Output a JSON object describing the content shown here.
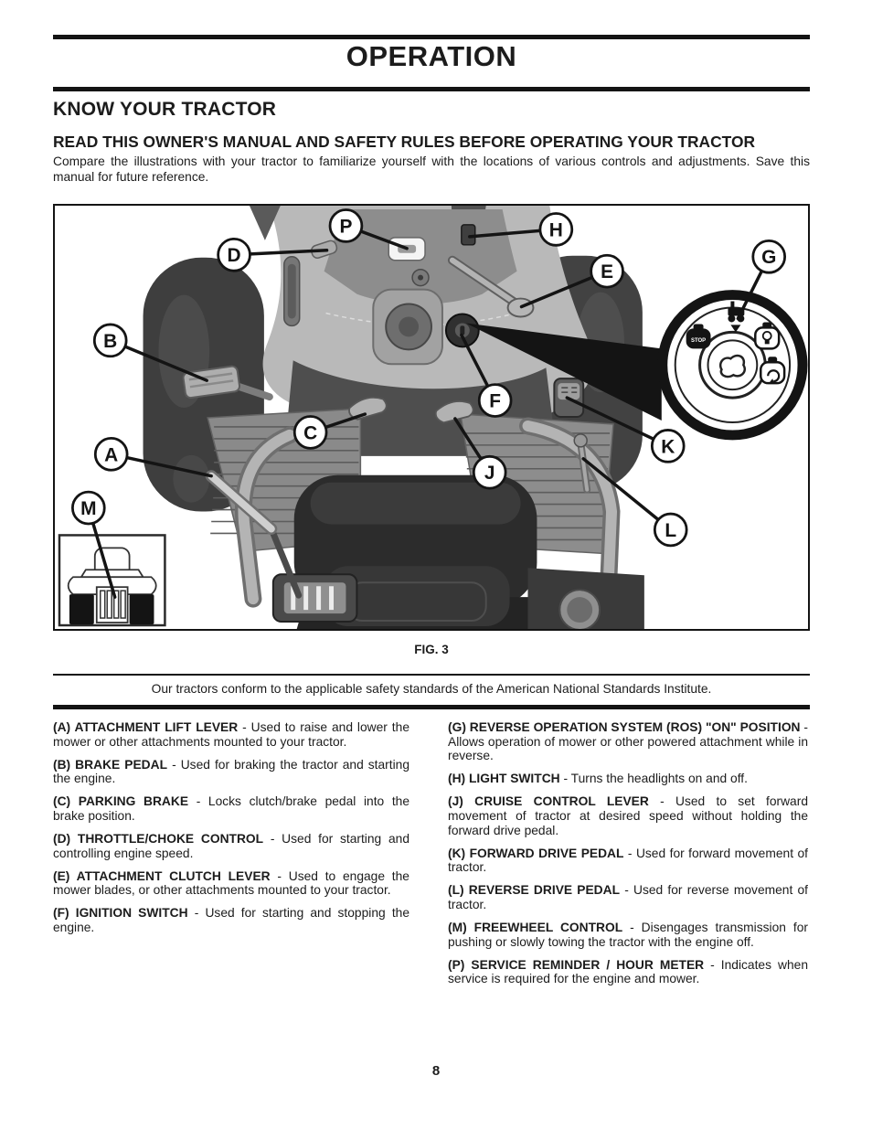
{
  "page": {
    "title": "OPERATION",
    "section_heading": "KNOW YOUR TRACTOR",
    "read_warning": "READ THIS OWNER'S MANUAL AND SAFETY RULES BEFORE OPERATING YOUR TRACTOR",
    "intro": "Compare the illustrations with your tractor to familiarize yourself with the locations of various controls and adjustments. Save this manual for future reference.",
    "standards_note": "Our tractors conform to the applicable safety standards of the American National Standards Institute.",
    "page_number": "8"
  },
  "figure": {
    "caption": "FIG. 3",
    "ignition_dial": {
      "stop_label": "STOP"
    },
    "callouts": [
      {
        "letter": "P"
      },
      {
        "letter": "H"
      },
      {
        "letter": "D"
      },
      {
        "letter": "G"
      },
      {
        "letter": "E"
      },
      {
        "letter": "B"
      },
      {
        "letter": "F"
      },
      {
        "letter": "C"
      },
      {
        "letter": "K"
      },
      {
        "letter": "A"
      },
      {
        "letter": "J"
      },
      {
        "letter": "M"
      },
      {
        "letter": "L"
      }
    ]
  },
  "controls": {
    "left": [
      {
        "label": "(A) ATTACHMENT LIFT LEVER",
        "desc": "- Used to raise and lower the mower or other attachments mounted to your tractor."
      },
      {
        "label": "(B) BRAKE PEDAL",
        "desc": "- Used for braking the tractor and starting the engine."
      },
      {
        "label": "(C) PARKING BRAKE",
        "desc": "- Locks clutch/brake pedal into the brake position."
      },
      {
        "label": "(D) THROTTLE/CHOKE CONTROL",
        "desc": "- Used for starting and controlling engine speed."
      },
      {
        "label": "(E) ATTACHMENT CLUTCH LEVER",
        "desc": "- Used to engage the mower blades, or other attachments mounted to your tractor."
      },
      {
        "label": "(F) IGNITION SWITCH",
        "desc": "- Used for starting and stopping the engine."
      }
    ],
    "right": [
      {
        "label": "(G) REVERSE OPERATION SYSTEM (ROS) \"ON\" POSITION",
        "desc": "- Allows operation of mower or other powered attachment while in reverse."
      },
      {
        "label": "(H) LIGHT SWITCH",
        "desc": "- Turns the headlights on and off."
      },
      {
        "label": "(J) CRUISE CONTROL LEVER",
        "desc": "- Used to set forward movement of tractor at desired speed without holding the forward drive pedal."
      },
      {
        "label": "(K) FORWARD DRIVE PEDAL",
        "desc": "- Used for forward movement of tractor."
      },
      {
        "label": "(L) REVERSE DRIVE PEDAL",
        "desc": "- Used for reverse movement of tractor."
      },
      {
        "label": "(M) FREEWHEEL CONTROL",
        "desc": "- Disengages transmission for pushing or slowly towing the tractor with the engine off."
      },
      {
        "label": "(P) SERVICE REMINDER / HOUR METER",
        "desc": "- Indicates when service is required for the engine and mower."
      }
    ]
  }
}
